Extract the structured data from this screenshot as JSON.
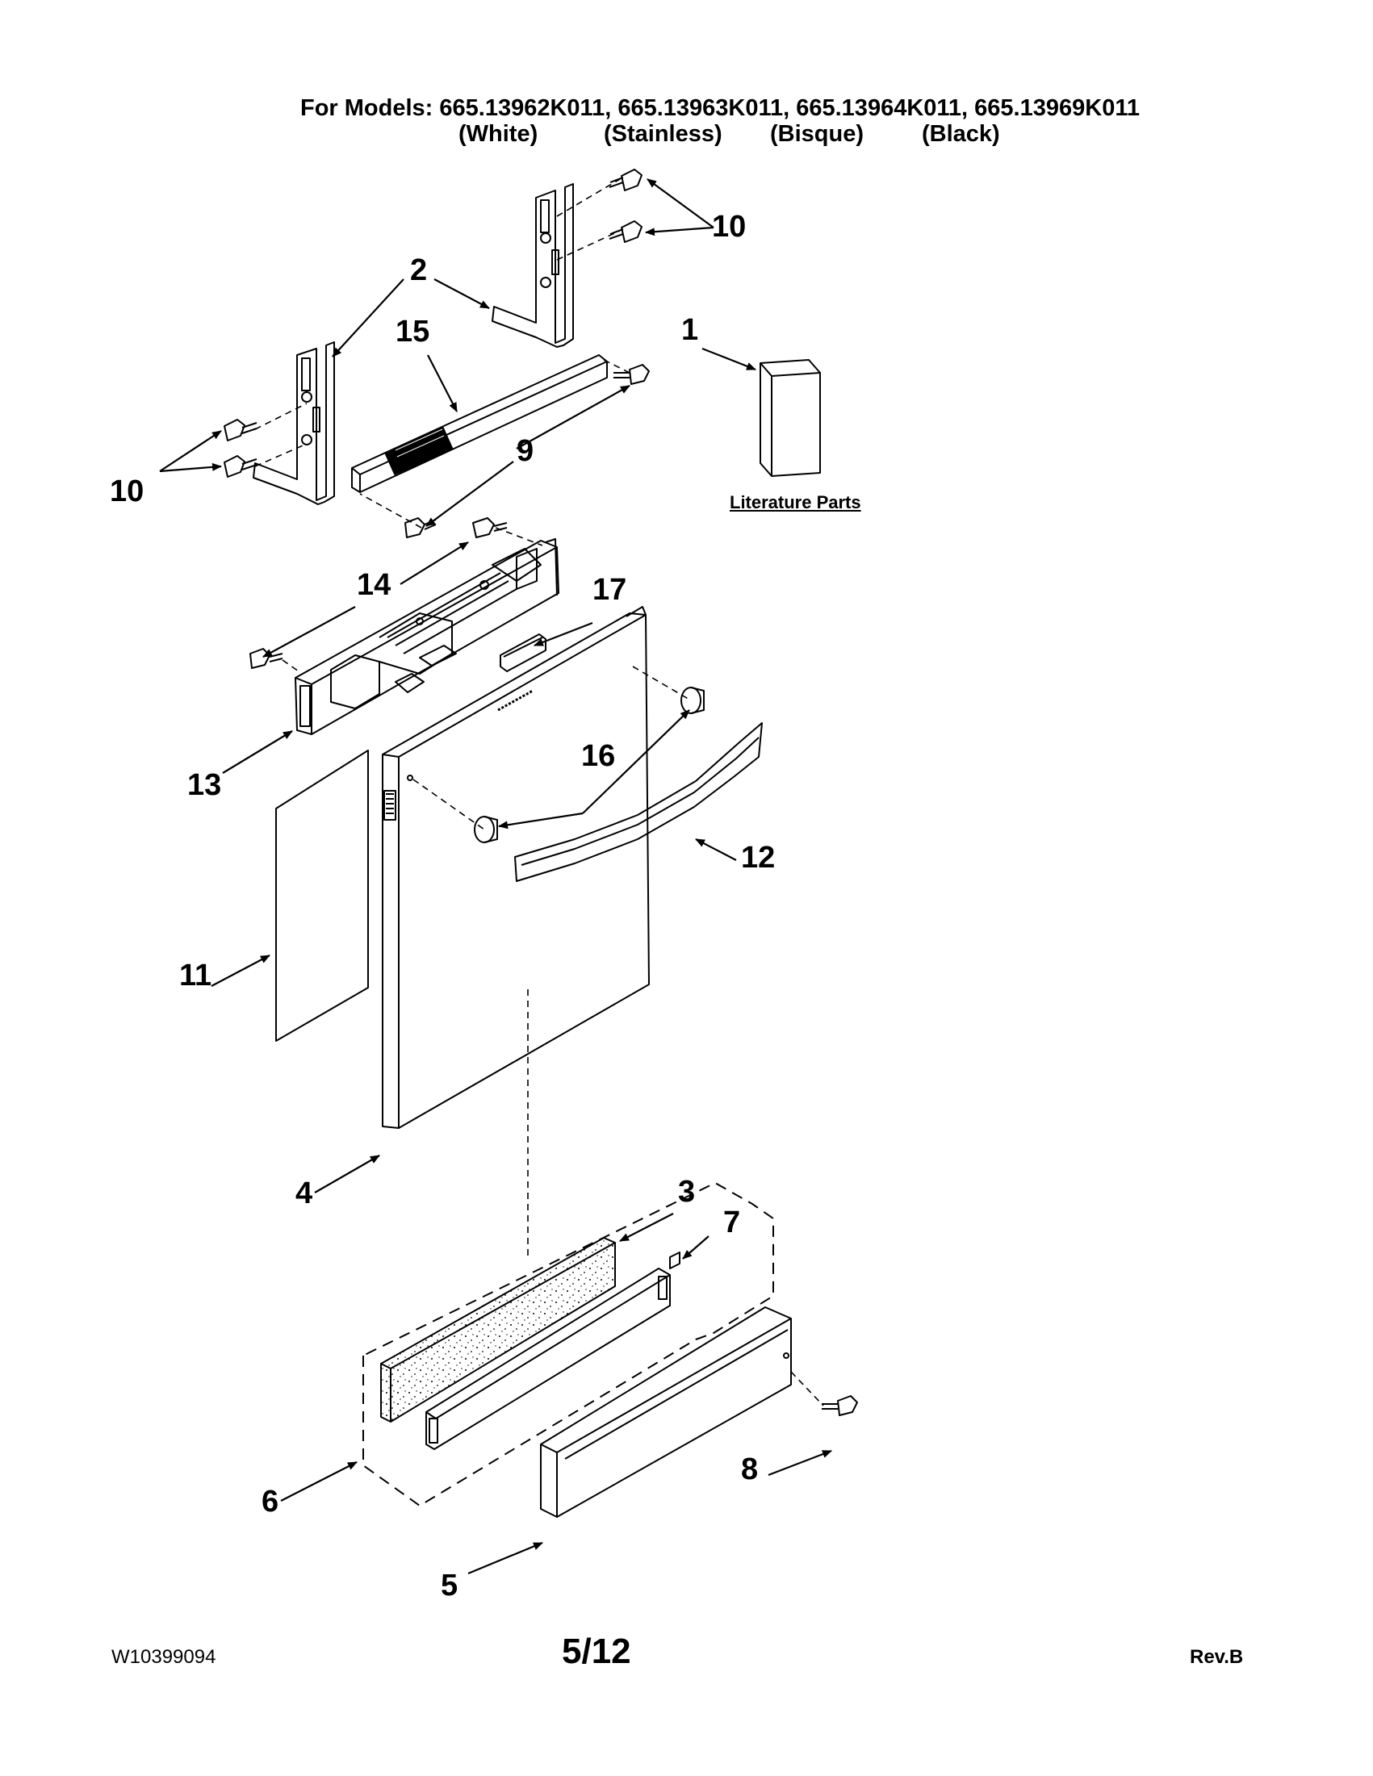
{
  "header": {
    "models_line": "For Models: 665.13962K011, 665.13963K011, 665.13964K011, 665.13969K011",
    "colors": [
      "(White)",
      "(Stainless)",
      "(Bisque)",
      "(Black)"
    ]
  },
  "callouts": [
    "1",
    "2",
    "3",
    "4",
    "5",
    "6",
    "7",
    "8",
    "9",
    "10",
    "10",
    "11",
    "12",
    "13",
    "14",
    "15",
    "16",
    "17"
  ],
  "literature_label": "Literature Parts",
  "footer": {
    "doc_number": "W10399094",
    "page": "5/12",
    "revision": "Rev.B"
  }
}
